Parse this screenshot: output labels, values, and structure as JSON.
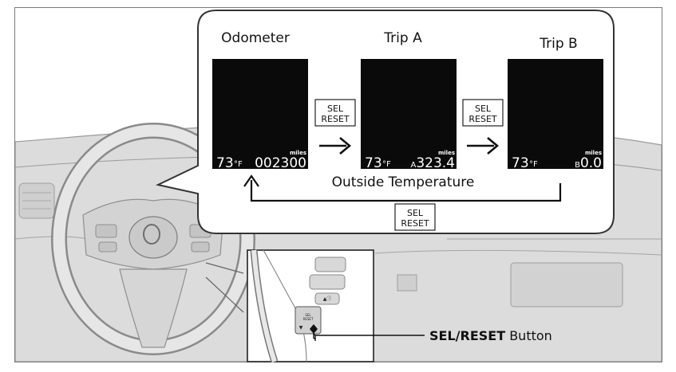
{
  "screens": [
    {
      "title": "Odometer",
      "temp": "73",
      "unit_deg": "°F",
      "prefix": "",
      "value": "002300",
      "units": "miles"
    },
    {
      "title": "Trip A",
      "temp": "73",
      "unit_deg": "°F",
      "prefix": "A",
      "value": "323.4",
      "units": "miles"
    },
    {
      "title": "Trip B",
      "temp": "73",
      "unit_deg": "°F",
      "prefix": "B",
      "value": "0.0",
      "units": "miles"
    }
  ],
  "sel_reset": {
    "line1": "SEL",
    "line2": "RESET"
  },
  "outside_temperature_label": "Outside Temperature",
  "button_label_bold": "SEL/RESET",
  "button_label_rest": " Button",
  "colors": {
    "screen": "#0a0a0a",
    "text": "#111111",
    "dash_gray": "#d9d9d9",
    "line_gray": "#8a8a8a"
  }
}
